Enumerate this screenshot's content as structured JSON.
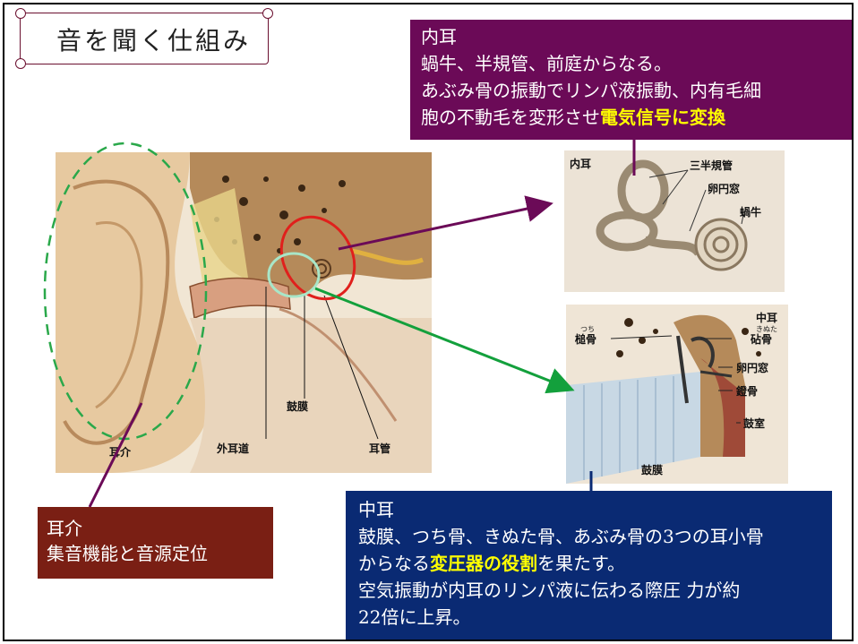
{
  "title": "音を聞く仕組み",
  "callouts": {
    "inner_ear": {
      "heading": "内耳",
      "line1": "蝸牛、半規管、前庭からなる。",
      "line2": "あぶみ骨の振動でリンパ液振動、内有毛細",
      "line3_pre": "胞の不動毛を変形させ",
      "line3_hl": "電気信号に変換"
    },
    "auricle": {
      "heading": "耳介",
      "line1": "集音機能と音源定位"
    },
    "middle_ear": {
      "heading": "中耳",
      "line1": "鼓膜、つち骨、きぬた骨、あぶみ骨の3つの耳小骨",
      "line2_pre": "からなる",
      "line2_hl": "変圧器の役割",
      "line2_post": "を果たす。",
      "line3": "空気振動が内耳のリンパ液に伝わる際圧 力が約",
      "line4": "22倍に上昇。"
    }
  },
  "main_illustration_labels": {
    "auricle": "耳介",
    "external_canal": "外耳道",
    "eardrum": "鼓膜",
    "eustachian_tube": "耳管"
  },
  "inner_ear_labels": {
    "inner_ear": "内耳",
    "semicircular_canals": "三半規管",
    "oval_window": "卵円窓",
    "cochlea": "蝸牛"
  },
  "middle_ear_labels": {
    "middle_ear": "中耳",
    "malleus": "槌骨",
    "malleus_ruby": "つち",
    "incus": "砧骨",
    "incus_ruby": "きぬた",
    "oval_window": "卵円窓",
    "stapes": "鐙骨",
    "tympanic_cavity": "鼓室",
    "eardrum": "鼓膜"
  },
  "colors": {
    "inner_ear_box": "#6b0a57",
    "auricle_box": "#7a1f14",
    "middle_ear_box": "#0a2a73",
    "highlight_text": "#ffff00",
    "arrow_purple": "#6b0a57",
    "arrow_green": "#13a03c",
    "ellipse_red": "#e0201c",
    "ellipse_mint": "#a8e6c8",
    "ellipse_dashed_green": "#2aa84a"
  }
}
